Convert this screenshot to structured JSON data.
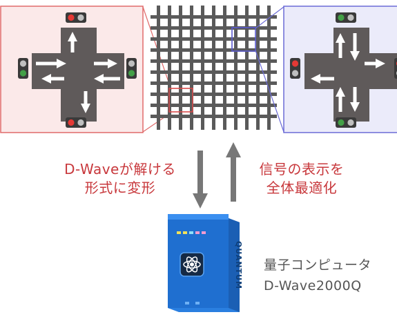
{
  "captions": {
    "to_dwave_line1": "D-Waveが解ける",
    "to_dwave_line2": "形式に変形",
    "from_dwave_line1": "信号の表示を",
    "from_dwave_line2": "全体最適化",
    "computer_line1": "量子コンピュータ",
    "computer_line2": "D-Wave2000Q"
  },
  "device_label": "QUANTUM",
  "icons": [
    "traffic-light-icon",
    "arrow-right-icon",
    "arrow-left-icon",
    "arrow-up-icon",
    "arrow-down-icon",
    "atom-icon"
  ],
  "colors": {
    "left_panel_bg": "#fbe9e9",
    "left_panel_border": "#e06a6a",
    "right_panel_bg": "#ebebfa",
    "right_panel_border": "#6b6bd6",
    "intersection": "#5f5a5a",
    "caption_red": "#c8383c",
    "flow_arrow": "#777777",
    "computer_blue": "#1f6fd0"
  }
}
